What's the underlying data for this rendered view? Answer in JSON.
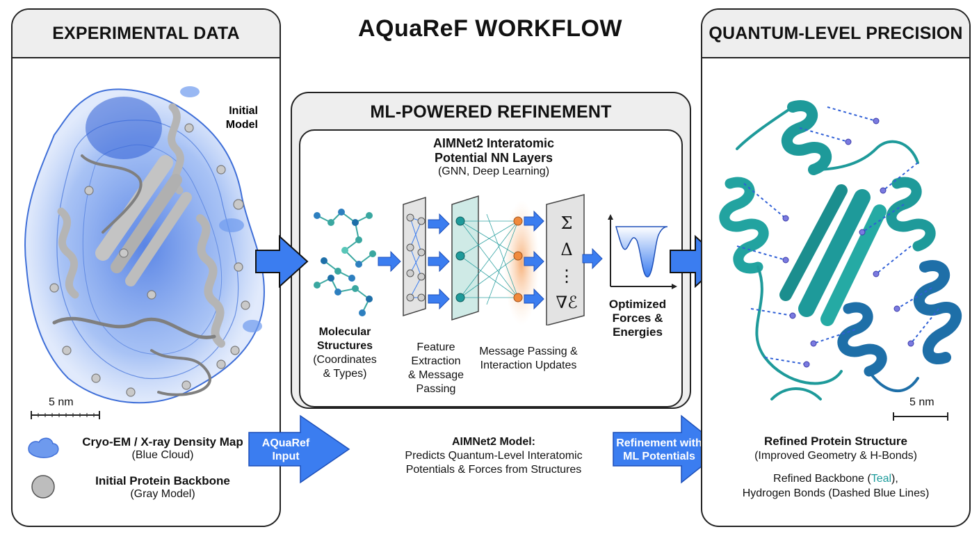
{
  "title": "AQuaReF WORKFLOW",
  "left_panel": {
    "header": "EXPERIMENTAL DATA",
    "initial_model_label_line1": "Initial",
    "initial_model_label_line2": "Model",
    "scale_label": "5 nm",
    "legend": [
      {
        "title": "Cryo-EM / X-ray Density Map",
        "subtitle": "(Blue Cloud)",
        "icon": "blue-cloud-icon"
      },
      {
        "title": "Initial Protein Backbone",
        "subtitle": "(Gray Model)",
        "icon": "gray-sphere-icon"
      }
    ]
  },
  "middle_panel": {
    "header": "ML-POWERED REFINEMENT",
    "nn_title_line1": "AIMNet2 Interatomic",
    "nn_title_line2": "Potential NN Layers",
    "nn_subtitle": "(GNN, Deep Learning)",
    "molecular_label": {
      "line1": "Molecular",
      "line2": "Structures",
      "line3": "(Coordinates",
      "line4": "& Types)"
    },
    "feature_label": {
      "line1": "Feature",
      "line2": "Extraction",
      "line3": "& Message",
      "line4": "Passing"
    },
    "message_label": {
      "line1": "Message Passing &",
      "line2": "Interaction Updates"
    },
    "operator_symbols": [
      "Σ",
      "Δ",
      "⋮",
      "∇ℰ"
    ],
    "output_label": {
      "line1": "Optimized",
      "line2": "Forces &",
      "line3": "Energies"
    }
  },
  "bottom": {
    "input_arrow_line1": "AQuaRef",
    "input_arrow_line2": "Input",
    "model_title": "AIMNet2 Model:",
    "model_desc_line1": "Predicts Quantum-Level Interatomic",
    "model_desc_line2": "Potentials & Forces from Structures",
    "refine_arrow_line1": "Refinement with",
    "refine_arrow_line2": "ML Potentials"
  },
  "right_panel": {
    "header": "QUANTUM-LEVEL PRECISION",
    "scale_label": "5 nm",
    "result_title": "Refined Protein Structure",
    "result_subtitle": "(Improved Geometry & H-Bonds)",
    "backbone_prefix": "Refined Backbone (",
    "backbone_teal": "Teal",
    "backbone_suffix": "),",
    "hbond_line": "Hydrogen Bonds (Dashed Blue Lines)"
  },
  "colors": {
    "arrow_blue": "#3b7df0",
    "density_blue": "#5b8ee8",
    "backbone_gray": "#a9a9a9",
    "teal": "#1e9a9a",
    "dark_blue": "#1e6fa8"
  }
}
